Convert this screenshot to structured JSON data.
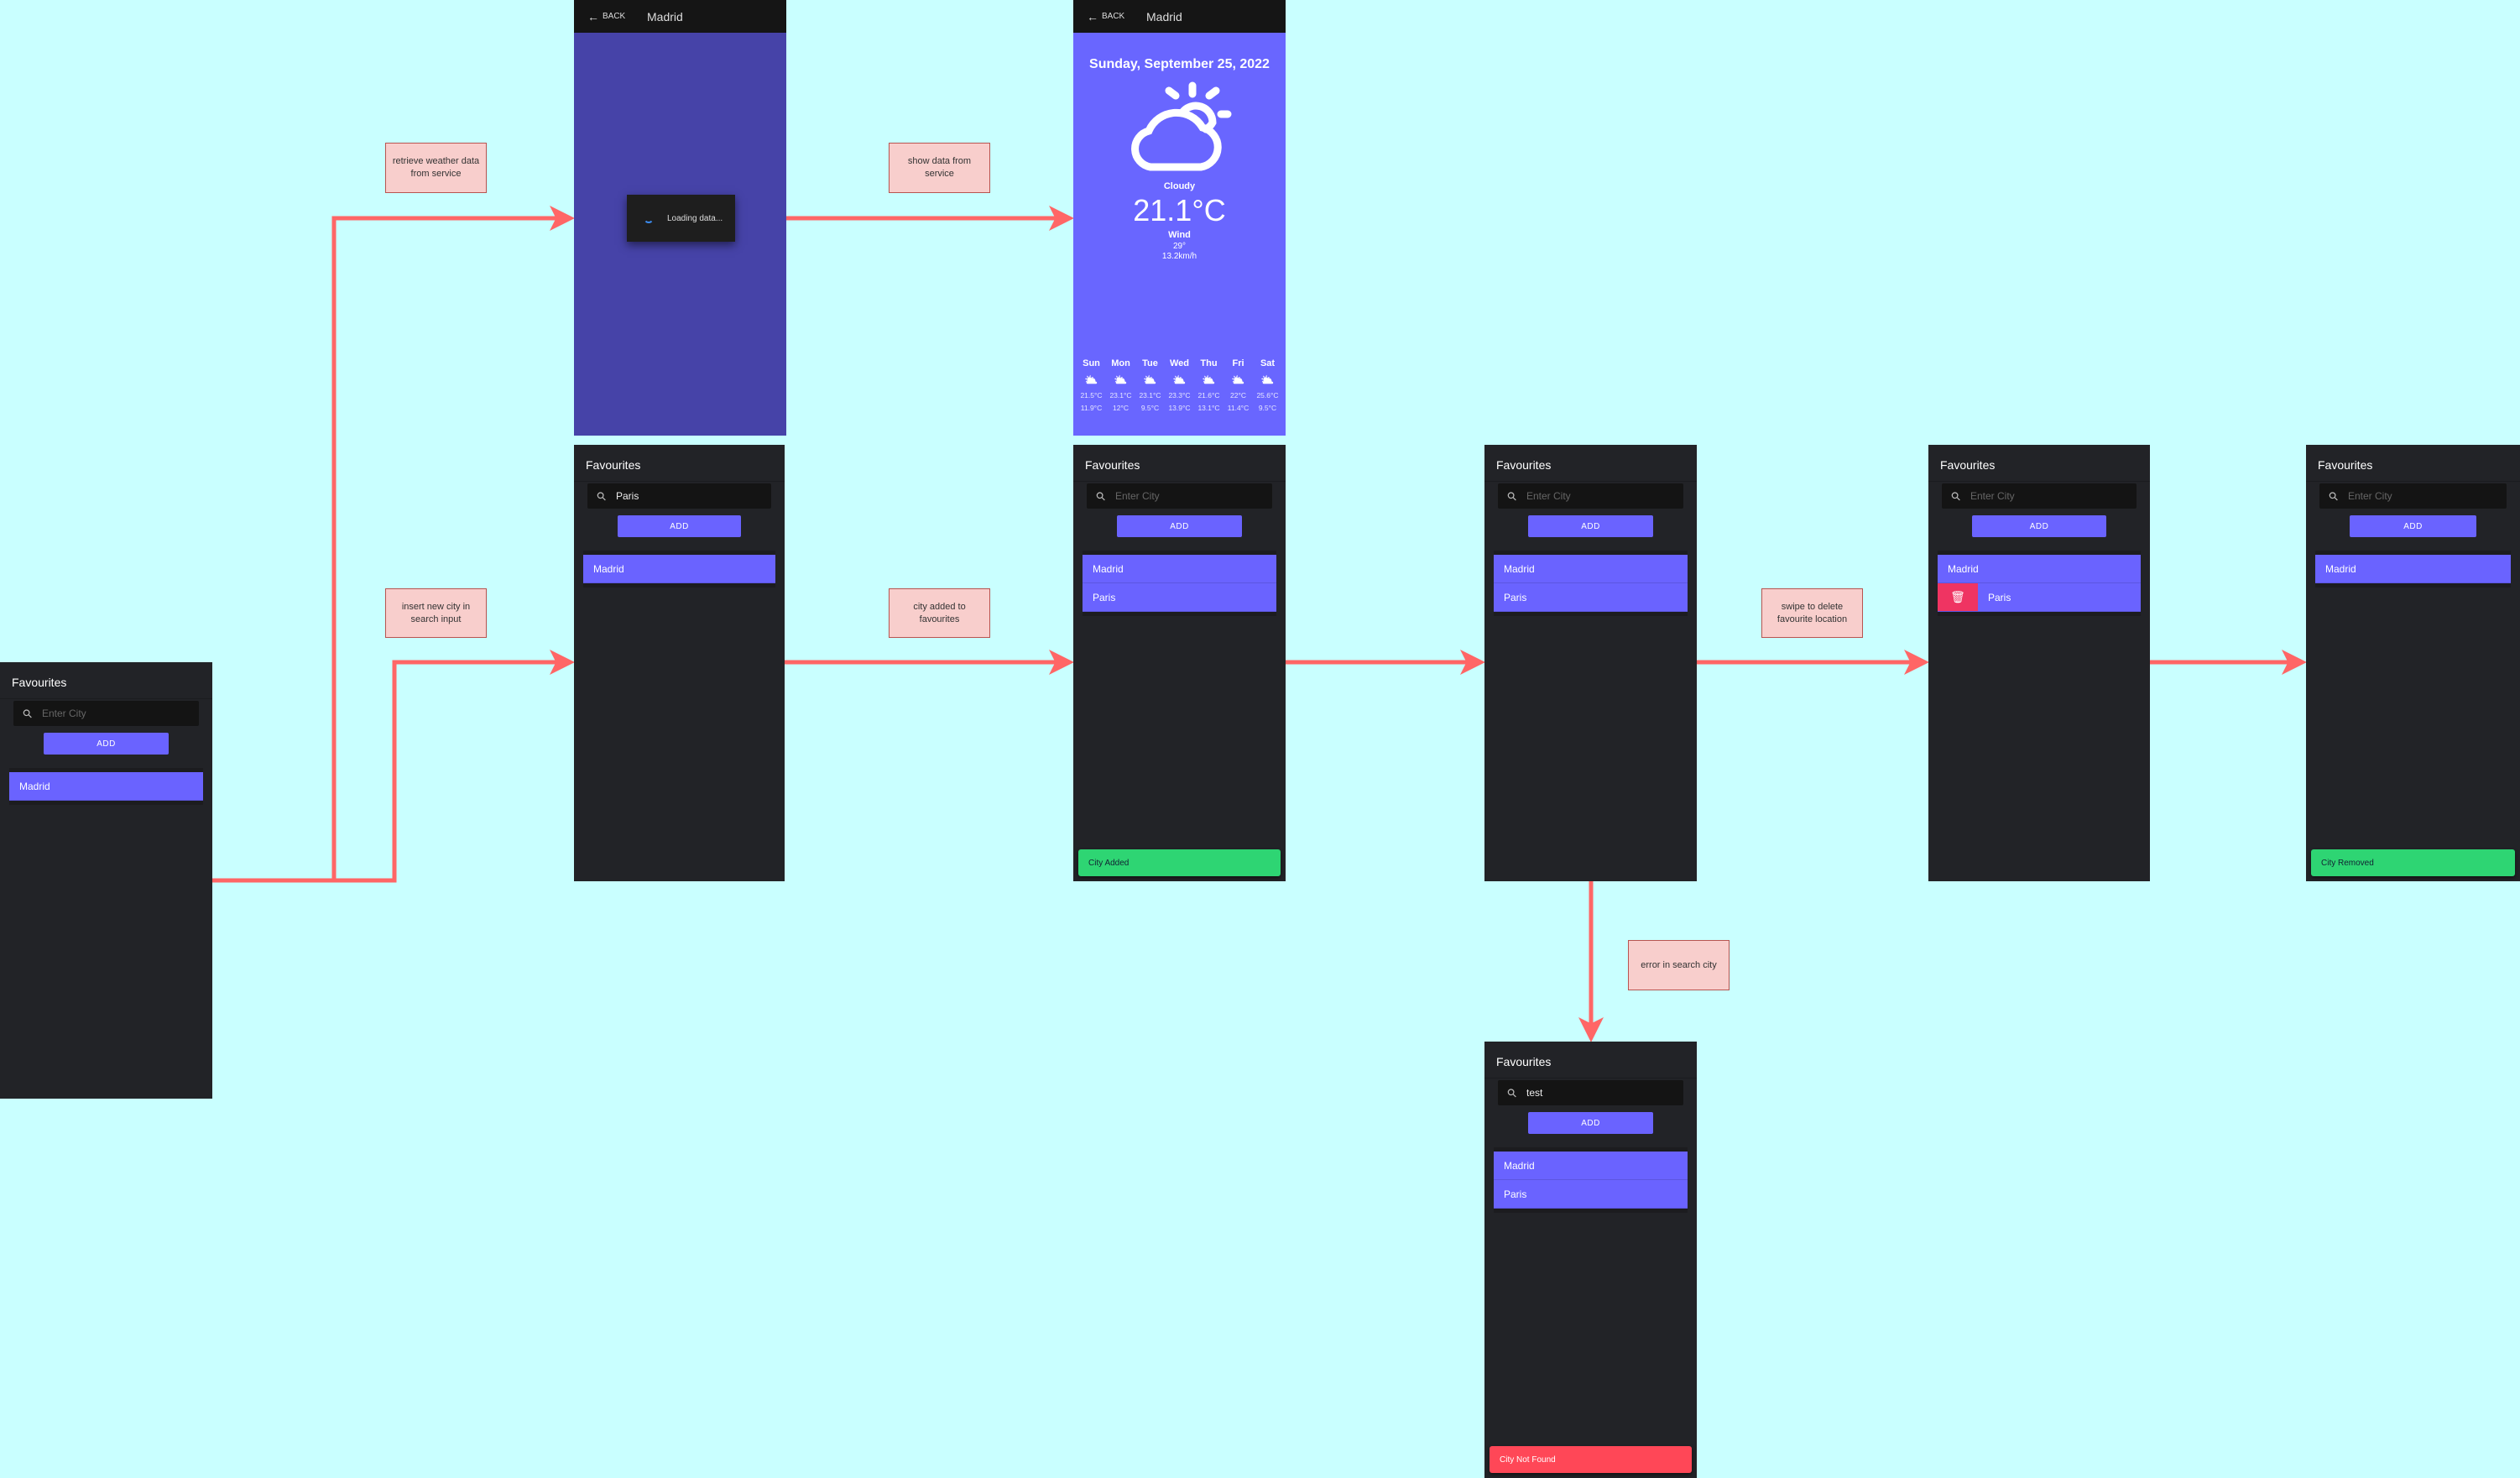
{
  "colors": {
    "background": "#c9ffff",
    "screen": "#222327",
    "accent": "#6a63ff",
    "loading_bg": "#4643a8",
    "weather_bg": "#6966ff",
    "success": "#2ed573",
    "error": "#ff4757",
    "arrow": "#ff6666",
    "delete": "#ef3462"
  },
  "notes": {
    "retrieve": "retrieve weather data from service",
    "show": "show data from service",
    "insert": "insert new city in search input",
    "added": "city added to favourites",
    "swipe": "swipe to delete favourite location",
    "error": "error in search city"
  },
  "common": {
    "fav_title": "Favourites",
    "placeholder": "Enter City",
    "add_label": "ADD",
    "back_label": "BACK",
    "city_title": "Madrid"
  },
  "screens": [
    {
      "id": "initial",
      "input": "",
      "items": [
        "Madrid"
      ],
      "toast": null
    },
    {
      "id": "typed-paris",
      "input": "Paris",
      "items": [
        "Madrid"
      ],
      "toast": null
    },
    {
      "id": "city-added",
      "input": "",
      "items": [
        "Madrid",
        "Paris"
      ],
      "toast": {
        "text": "City Added",
        "type": "success"
      }
    },
    {
      "id": "favourites",
      "input": "",
      "items": [
        "Madrid",
        "Paris"
      ],
      "toast": null
    },
    {
      "id": "swipe-delete",
      "input": "",
      "items": [
        "Madrid",
        "Paris"
      ],
      "swiped": 1,
      "toast": null
    },
    {
      "id": "city-removed",
      "input": "",
      "items": [
        "Madrid"
      ],
      "toast": {
        "text": "City Removed",
        "type": "success"
      }
    },
    {
      "id": "error",
      "input": "test",
      "items": [
        "Madrid",
        "Paris"
      ],
      "toast": {
        "text": "City Not Found",
        "type": "error"
      }
    }
  ],
  "loading": {
    "text": "Loading data..."
  },
  "weather": {
    "date": "Sunday, September 25, 2022",
    "condition": "Cloudy",
    "temperature": "21.1°C",
    "wind_label": "Wind",
    "wind_direction": "29°",
    "wind_speed": "13.2km/h",
    "forecast": [
      {
        "day": "Sun",
        "high": "21.5°C",
        "low": "11.9°C"
      },
      {
        "day": "Mon",
        "high": "23.1°C",
        "low": "12°C"
      },
      {
        "day": "Tue",
        "high": "23.1°C",
        "low": "9.5°C"
      },
      {
        "day": "Wed",
        "high": "23.3°C",
        "low": "13.9°C"
      },
      {
        "day": "Thu",
        "high": "21.6°C",
        "low": "13.1°C"
      },
      {
        "day": "Fri",
        "high": "22°C",
        "low": "11.4°C"
      },
      {
        "day": "Sat",
        "high": "25.6°C",
        "low": "9.5°C"
      }
    ]
  }
}
